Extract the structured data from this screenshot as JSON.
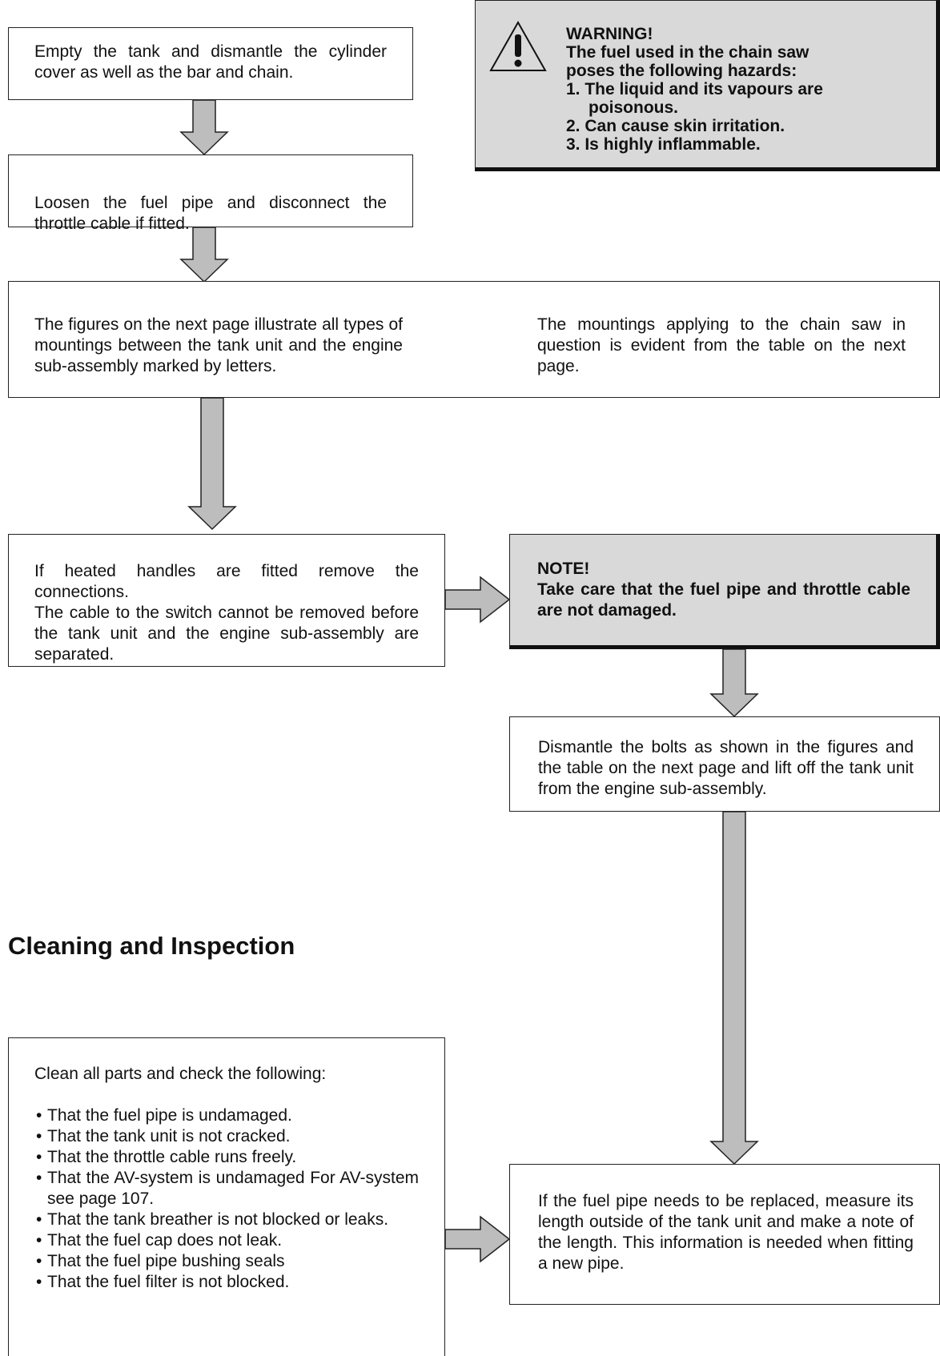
{
  "box1": {
    "text": "Empty the tank and dismantle the cylinder cover as well as the bar and chain."
  },
  "box2": {
    "text": "Loosen the fuel pipe and disconnect the throttle cable if fitted."
  },
  "warning": {
    "title": "WARNING!",
    "lines": [
      "The fuel used in the chain saw",
      "poses the following hazards:",
      "1. The liquid and its vapours are",
      "poisonous.",
      "2. Can cause skin irritation.",
      "3. Is highly inflammable."
    ]
  },
  "box3": {
    "left": "The figures on the next page illustrate all types of mountings between the tank unit and the engine sub-assembly marked by letters.",
    "right": "The mountings applying to the chain saw in question is evident from the table on the next page."
  },
  "box4": {
    "line1": "If heated handles are fitted remove the connections.",
    "line2": "The cable to the switch cannot be removed before the tank unit and the engine sub-assembly are separated."
  },
  "note": {
    "title": "NOTE!",
    "text": "Take care that the fuel pipe and throttle cable are not damaged."
  },
  "box5": {
    "text": "Dismantle the bolts as shown in the figures and the table on the next page and lift off the tank unit from the engine sub-assembly."
  },
  "section_heading": "Cleaning and Inspection",
  "clean": {
    "intro": "Clean all parts and check the following:",
    "items": [
      "That the fuel pipe is undamaged.",
      "That the tank unit is not cracked.",
      "That the throttle cable runs freely.",
      "That the AV-system is undamaged For AV-system see page 107.",
      "That the tank breather is not blocked or leaks.",
      "That the fuel cap does not leak.",
      "That the fuel pipe bushing seals",
      "That the fuel filter is not blocked."
    ]
  },
  "box6": {
    "text": "If the fuel pipe needs to be replaced, measure its length outside of the tank unit and make a note of the length. This information is needed when fitting a new pipe."
  }
}
